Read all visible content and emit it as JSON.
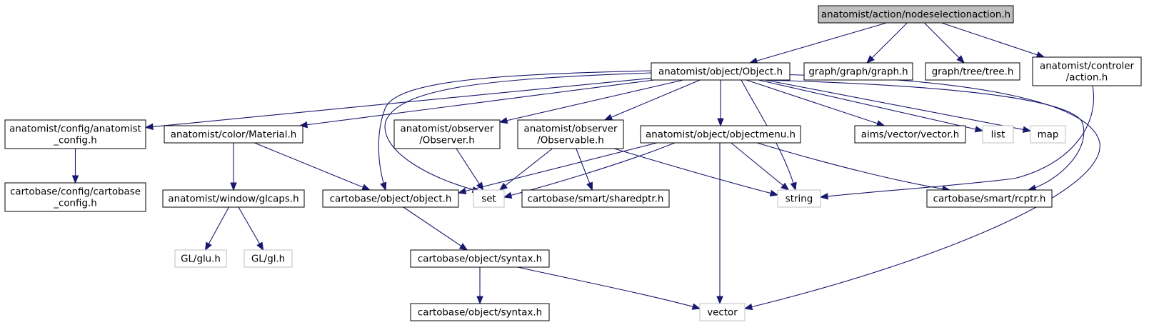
{
  "diagram": {
    "colors": {
      "root_fill": "#bfbfbf",
      "node_border": "#000000",
      "external_border": "#bfbfbf",
      "edge": "#191970",
      "background": "#ffffff"
    },
    "nodes": [
      {
        "id": "root",
        "lines": [
          "anatomist/action/nodeselectionaction.h"
        ],
        "kind": "root"
      },
      {
        "id": "object_h",
        "lines": [
          "anatomist/object/Object.h"
        ],
        "kind": "file"
      },
      {
        "id": "graph_h",
        "lines": [
          "graph/graph/graph.h"
        ],
        "kind": "file"
      },
      {
        "id": "tree_h",
        "lines": [
          "graph/tree/tree.h"
        ],
        "kind": "file"
      },
      {
        "id": "action_h",
        "lines": [
          "anatomist/controler",
          "/action.h"
        ],
        "kind": "file"
      },
      {
        "id": "anatomist_config",
        "lines": [
          "anatomist/config/anatomist",
          "_config.h"
        ],
        "kind": "file"
      },
      {
        "id": "material_h",
        "lines": [
          "anatomist/color/Material.h"
        ],
        "kind": "file"
      },
      {
        "id": "observer_h",
        "lines": [
          "anatomist/observer",
          "/Observer.h"
        ],
        "kind": "file"
      },
      {
        "id": "observable_h",
        "lines": [
          "anatomist/observer",
          "/Observable.h"
        ],
        "kind": "file"
      },
      {
        "id": "objectmenu_h",
        "lines": [
          "anatomist/object/objectmenu.h"
        ],
        "kind": "file"
      },
      {
        "id": "aims_vector",
        "lines": [
          "aims/vector/vector.h"
        ],
        "kind": "file"
      },
      {
        "id": "list",
        "lines": [
          "list"
        ],
        "kind": "external"
      },
      {
        "id": "map",
        "lines": [
          "map"
        ],
        "kind": "external"
      },
      {
        "id": "cartobase_config",
        "lines": [
          "cartobase/config/cartobase",
          "_config.h"
        ],
        "kind": "file"
      },
      {
        "id": "glcaps_h",
        "lines": [
          "anatomist/window/glcaps.h"
        ],
        "kind": "file"
      },
      {
        "id": "cb_object_h",
        "lines": [
          "cartobase/object/object.h"
        ],
        "kind": "file"
      },
      {
        "id": "set",
        "lines": [
          "set"
        ],
        "kind": "external"
      },
      {
        "id": "sharedptr_h",
        "lines": [
          "cartobase/smart/sharedptr.h"
        ],
        "kind": "file"
      },
      {
        "id": "string",
        "lines": [
          "string"
        ],
        "kind": "external"
      },
      {
        "id": "rcptr_h",
        "lines": [
          "cartobase/smart/rcptr.h"
        ],
        "kind": "file"
      },
      {
        "id": "glu_h",
        "lines": [
          "GL/glu.h"
        ],
        "kind": "external"
      },
      {
        "id": "gl_h",
        "lines": [
          "GL/gl.h"
        ],
        "kind": "external"
      },
      {
        "id": "syntax_h_1",
        "lines": [
          "cartobase/object/syntax.h"
        ],
        "kind": "file"
      },
      {
        "id": "syntax_h_2",
        "lines": [
          "cartobase/object/syntax.h"
        ],
        "kind": "file"
      },
      {
        "id": "vector",
        "lines": [
          "vector"
        ],
        "kind": "external"
      }
    ],
    "edges": [
      {
        "from": "root",
        "to": "object_h"
      },
      {
        "from": "root",
        "to": "graph_h"
      },
      {
        "from": "root",
        "to": "tree_h"
      },
      {
        "from": "root",
        "to": "action_h"
      },
      {
        "from": "object_h",
        "to": "anatomist_config"
      },
      {
        "from": "object_h",
        "to": "material_h"
      },
      {
        "from": "object_h",
        "to": "cb_object_h"
      },
      {
        "from": "object_h",
        "to": "set"
      },
      {
        "from": "object_h",
        "to": "observer_h"
      },
      {
        "from": "object_h",
        "to": "observable_h"
      },
      {
        "from": "object_h",
        "to": "objectmenu_h"
      },
      {
        "from": "object_h",
        "to": "string"
      },
      {
        "from": "object_h",
        "to": "aims_vector"
      },
      {
        "from": "object_h",
        "to": "list"
      },
      {
        "from": "object_h",
        "to": "map"
      },
      {
        "from": "object_h",
        "to": "rcptr_h"
      },
      {
        "from": "object_h",
        "to": "vector"
      },
      {
        "from": "action_h",
        "to": "string"
      },
      {
        "from": "anatomist_config",
        "to": "cartobase_config"
      },
      {
        "from": "material_h",
        "to": "glcaps_h"
      },
      {
        "from": "material_h",
        "to": "cb_object_h"
      },
      {
        "from": "observer_h",
        "to": "set"
      },
      {
        "from": "observable_h",
        "to": "set"
      },
      {
        "from": "observable_h",
        "to": "sharedptr_h"
      },
      {
        "from": "observable_h",
        "to": "string"
      },
      {
        "from": "objectmenu_h",
        "to": "cb_object_h"
      },
      {
        "from": "objectmenu_h",
        "to": "set"
      },
      {
        "from": "objectmenu_h",
        "to": "string"
      },
      {
        "from": "objectmenu_h",
        "to": "rcptr_h"
      },
      {
        "from": "objectmenu_h",
        "to": "vector"
      },
      {
        "from": "glcaps_h",
        "to": "glu_h"
      },
      {
        "from": "glcaps_h",
        "to": "gl_h"
      },
      {
        "from": "cb_object_h",
        "to": "syntax_h_1"
      },
      {
        "from": "syntax_h_1",
        "to": "syntax_h_2"
      },
      {
        "from": "syntax_h_1",
        "to": "vector"
      }
    ]
  }
}
